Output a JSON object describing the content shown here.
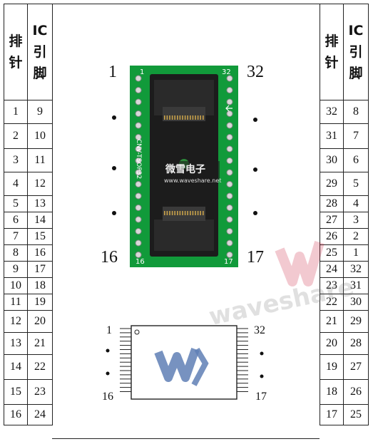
{
  "header": {
    "col1": "排针",
    "col2": "IC引脚"
  },
  "left_rows": [
    [
      "1",
      "9"
    ],
    [
      "2",
      "10"
    ],
    [
      "3",
      "11"
    ],
    [
      "4",
      "12"
    ],
    [
      "5",
      "13"
    ],
    [
      "6",
      "14"
    ],
    [
      "7",
      "15"
    ],
    [
      "8",
      "16"
    ],
    [
      "9",
      "17"
    ],
    [
      "10",
      "18"
    ],
    [
      "11",
      "19"
    ],
    [
      "12",
      "20"
    ],
    [
      "13",
      "21"
    ],
    [
      "14",
      "22"
    ],
    [
      "15",
      "23"
    ],
    [
      "16",
      "24"
    ]
  ],
  "right_rows": [
    [
      "32",
      "8"
    ],
    [
      "31",
      "7"
    ],
    [
      "30",
      "6"
    ],
    [
      "29",
      "5"
    ],
    [
      "28",
      "4"
    ],
    [
      "27",
      "3"
    ],
    [
      "26",
      "2"
    ],
    [
      "25",
      "1"
    ],
    [
      "24",
      "32"
    ],
    [
      "23",
      "31"
    ],
    [
      "22",
      "30"
    ],
    [
      "21",
      "29"
    ],
    [
      "20",
      "28"
    ],
    [
      "19",
      "27"
    ],
    [
      "18",
      "26"
    ],
    [
      "17",
      "25"
    ]
  ],
  "board": {
    "label_tl": "1",
    "label_tr": "32",
    "label_bl": "16",
    "label_br": "17",
    "pcb_tl": "1",
    "pcb_tr": "32",
    "pcb_bl": "16",
    "pcb_br": "17",
    "silk_left": "CNV-TSOP32",
    "brand": "微雪电子",
    "url": "www.waveshare.net",
    "watermark": "waveshare"
  },
  "chip": {
    "label_tl": "1",
    "label_tr": "32",
    "label_bl": "16",
    "label_br": "17"
  }
}
